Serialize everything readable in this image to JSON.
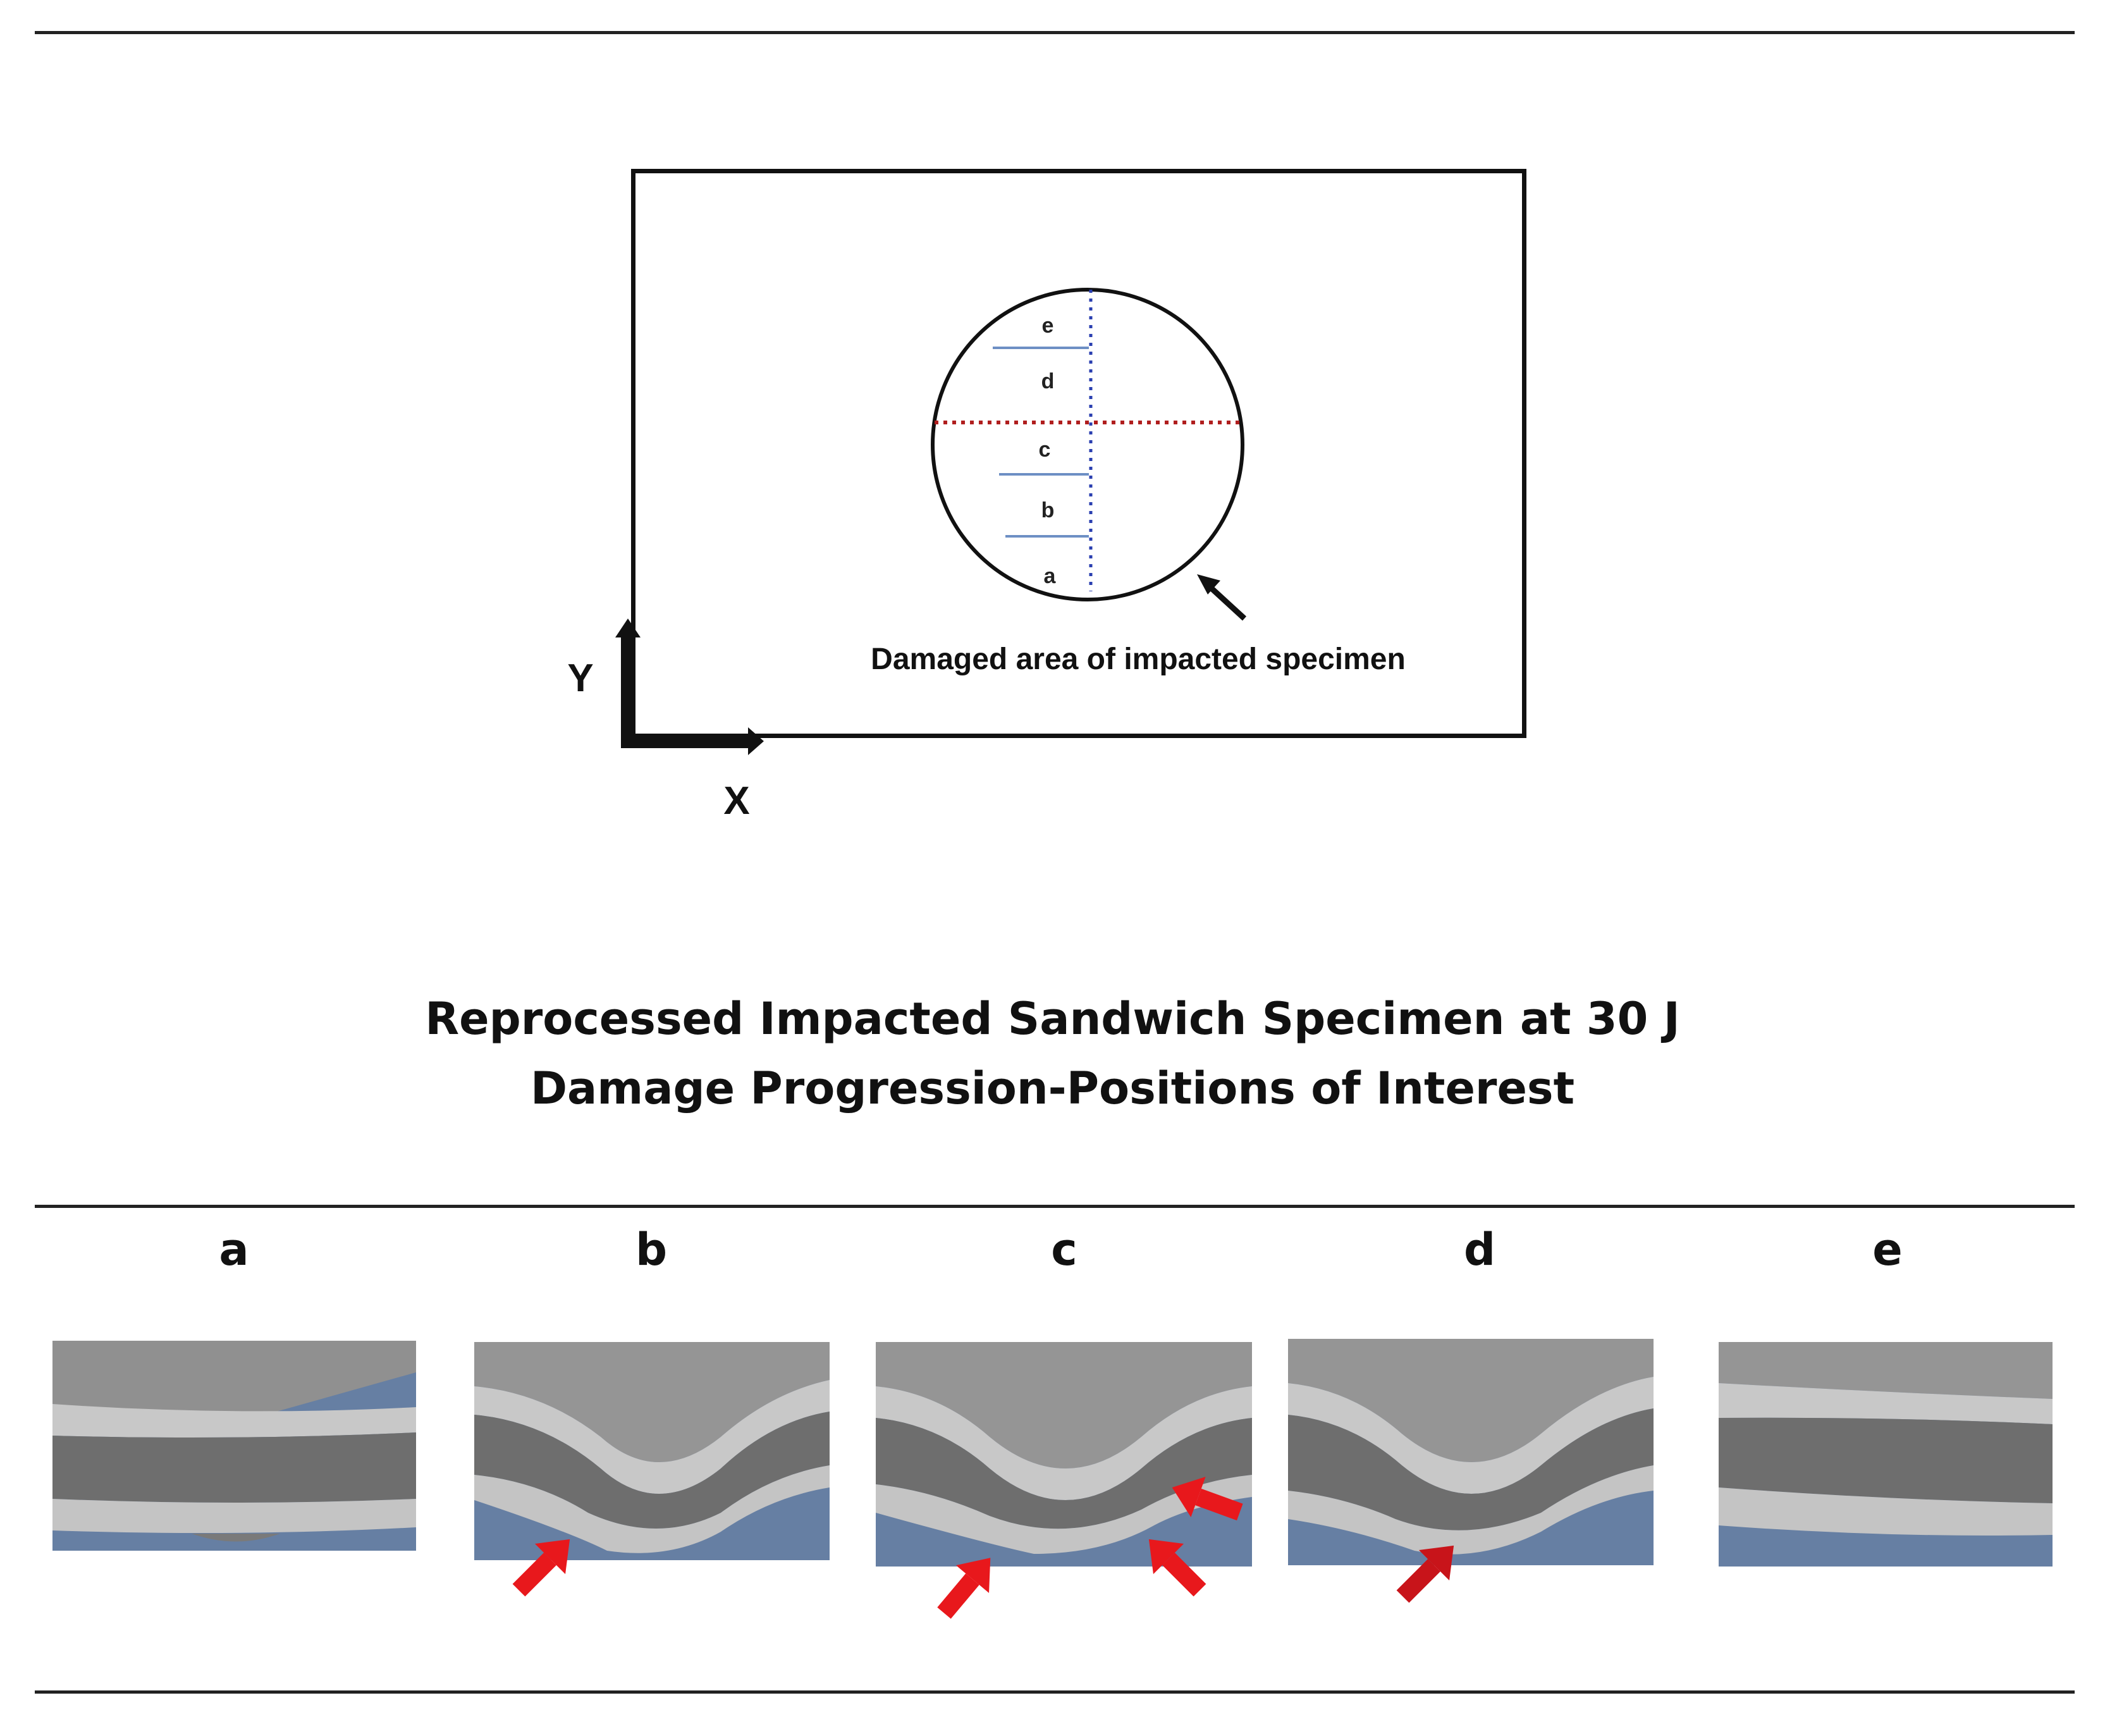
{
  "diagram": {
    "axis_y_label": "Y",
    "axis_x_label": "X",
    "position_labels": [
      "e",
      "d",
      "c",
      "b",
      "a"
    ],
    "damage_caption": "Damaged area of impacted specimen",
    "colors": {
      "vertical_section_line": "#2a3fb0",
      "horizontal_section_line": "#b01e1e",
      "position_tick": "#6d8fc4",
      "outline": "#111111"
    }
  },
  "title": {
    "line1": "Reprocessed Impacted Sandwich Specimen at 30 J",
    "line2": "Damage Progression-Positions of Interest"
  },
  "panels": [
    {
      "label": "a",
      "damage_arrows": 0
    },
    {
      "label": "b",
      "damage_arrows": 1
    },
    {
      "label": "c",
      "damage_arrows": 3
    },
    {
      "label": "d",
      "damage_arrows": 1
    },
    {
      "label": "e",
      "damage_arrows": 0
    }
  ],
  "colors": {
    "panel_background": "#667fa3",
    "core_face": "#9a9a9a",
    "face_sheet": "#c8c8c8",
    "foam_core": "#6e6e6e",
    "damage_arrow": "#e8181c"
  }
}
